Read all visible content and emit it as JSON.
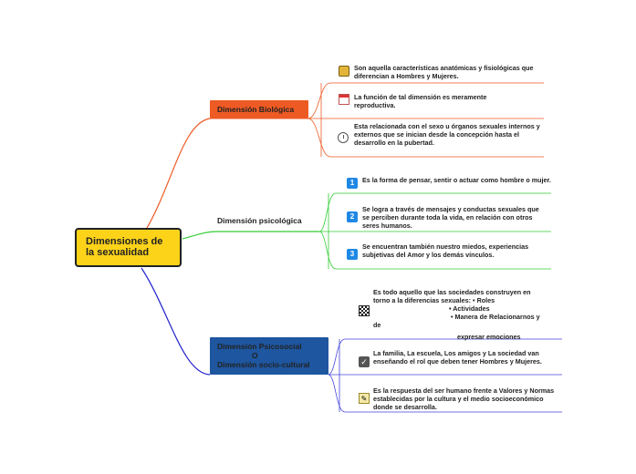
{
  "central": "Dimensiones de la sexualidad",
  "branches": {
    "biologica": {
      "title": "Dimensión Biológica",
      "leaves": [
        "Son aquella características anatómicas y fisiológicas que diferencian a Hombres y Mujeres.",
        "La función de tal dimensión es meramente reproductiva.",
        "Esta relacionada con el sexo u órganos sexuales internos y",
        "externos que se inician desde la concepción hasta el desarrollo en la pubertad."
      ],
      "color": "#ee5a24"
    },
    "psicologica": {
      "title": "Dimensión psicológica",
      "leaves": [
        "Es la forma de pensar, sentir o actuar como hombre o mujer.",
        "Se logra a través de mensajes y conductas sexuales que se perciben durante toda la vida, en relación con otros seres humanos.",
        "Se encuentran también nuestro miedos, experiencias subjetivas del Amor y los demás vínculos."
      ],
      "numbers": [
        "1",
        "2",
        "3"
      ],
      "color": "#33cc33"
    },
    "social": {
      "title_line1": "Dimensión Psicosocial",
      "title_line2": "O",
      "title_line3": "Dimensión socio-cultural",
      "leaf1": {
        "line1": "Es todo aquello que las sociedades construyen en",
        "line2": "torno a la diferencias sexuales: • Roles",
        "line3": "• Actividades",
        "line4": "• Manera de Relacionarnos y",
        "line5": "de",
        "line6": "expresar emociones"
      },
      "leaves": [
        "La familia, La escuela, Los amigos y La sociedad van enseñando el rol que deben tener Hombres y Mujeres.",
        "Es la respuesta del ser humano frente a Valores y Normas establecidas por la cultura y el medio socioeconómico donde se desarrolla."
      ],
      "color": "#2222cc"
    }
  },
  "icons": [
    "bag-icon",
    "calendar-icon",
    "clock-icon",
    "number-1-icon",
    "number-2-icon",
    "number-3-icon",
    "checkered-flag-icon",
    "checkbox-icon",
    "notepad-icon"
  ]
}
